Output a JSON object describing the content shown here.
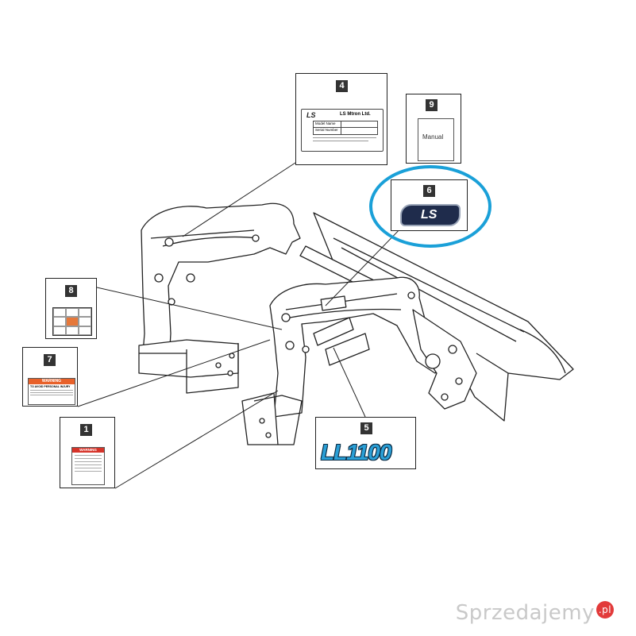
{
  "callouts": {
    "c1": {
      "number": "1",
      "label": "WARNING"
    },
    "c4": {
      "number": "4",
      "brand": "LS",
      "company": "LS Mtron Ltd.",
      "row1": "Model Name",
      "row2": "Serial Number"
    },
    "c5": {
      "number": "5",
      "model": "LL1100"
    },
    "c6": {
      "number": "6",
      "logo": "LS"
    },
    "c7": {
      "number": "7",
      "warning": "WARNING",
      "subtitle": "TO AVOID PERSONAL INJURY"
    },
    "c8": {
      "number": "8"
    },
    "c9": {
      "number": "9",
      "label": "Manual"
    }
  },
  "highlight": {
    "color": "#1aa0d8"
  },
  "watermark": {
    "text": "Sprzedajemy",
    "badge": ".pl"
  }
}
